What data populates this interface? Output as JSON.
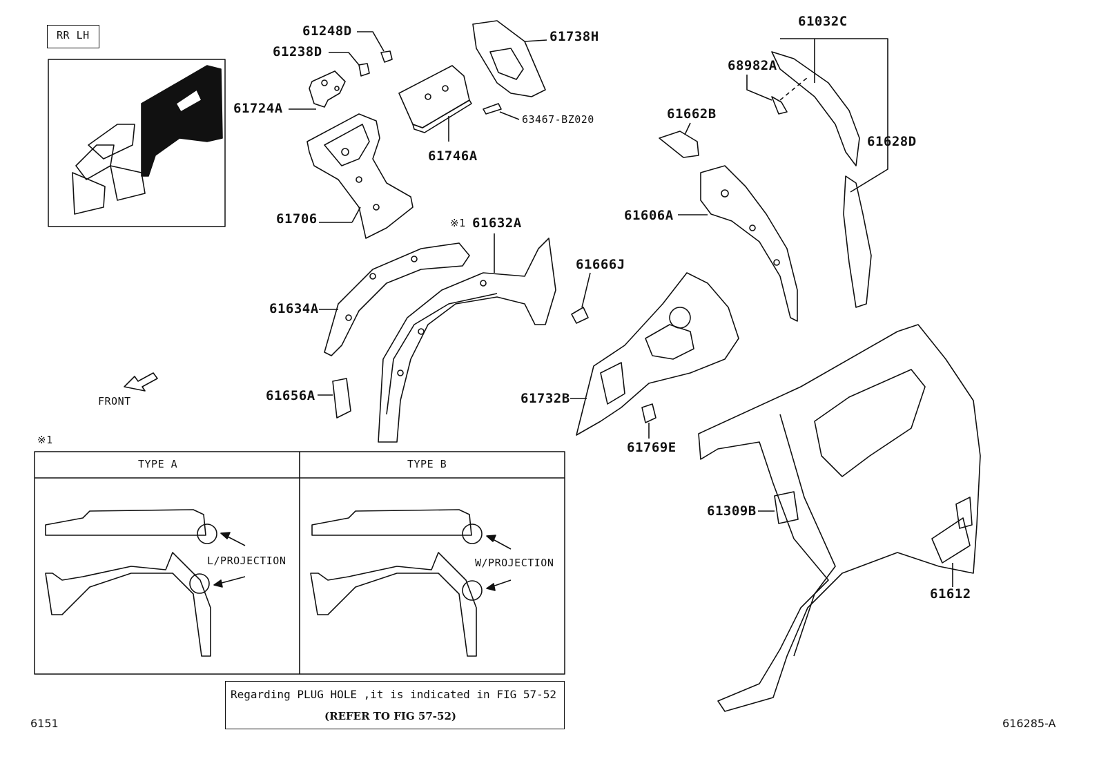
{
  "corner_tag": "RR LH",
  "front_label": "FRONT",
  "note_mark": "※1",
  "parts": {
    "p61248D": "61248D",
    "p61238D": "61238D",
    "p61724A": "61724A",
    "p61738H": "61738H",
    "p63467": "63467-BZ020",
    "p61746A": "61746A",
    "p61706": "61706",
    "p61632A": "61632A",
    "p61634A": "61634A",
    "p61656A": "61656A",
    "p61666J": "61666J",
    "p61662B": "61662B",
    "p61606A": "61606A",
    "p61732B": "61732B",
    "p61769E": "61769E",
    "p61032C": "61032C",
    "p68982A": "68982A",
    "p61628D": "61628D",
    "p61309B": "61309B",
    "p61612": "61612"
  },
  "detail_table": {
    "type_a": "TYPE A",
    "type_b": "TYPE B",
    "l_projection": "L/PROJECTION",
    "w_projection": "W/PROJECTION"
  },
  "footer": {
    "note_line1": "Regarding PLUG HOLE ,it is indicated in FIG 57-52",
    "note_line2": "(REFER TO FIG 57-52)",
    "left_code": "6151",
    "right_code": "616285-A"
  }
}
